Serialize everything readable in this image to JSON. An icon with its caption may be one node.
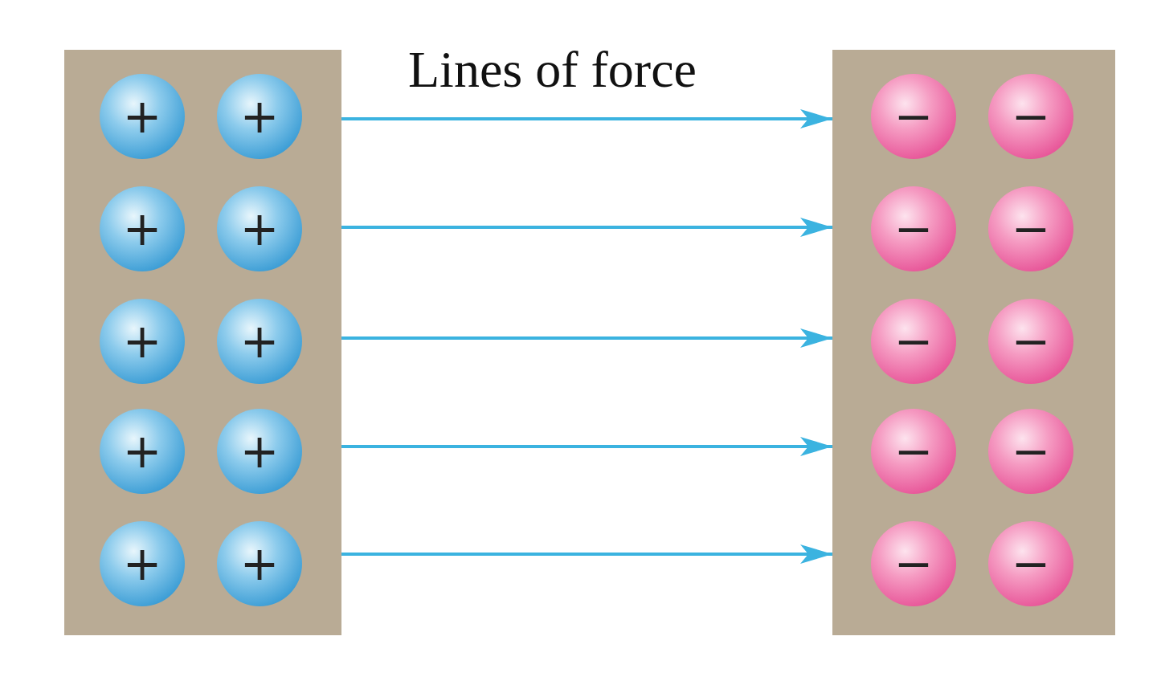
{
  "diagram": {
    "nodes": [
      {
        "text": [],
        "shape": "box"
      },
      {
        "text": [
          "+"
        ],
        "in": 0
      },
      {
        "text": [
          "+"
        ],
        "in": 0
      },
      {
        "text": [
          "+"
        ],
        "in": 0
      },
      {
        "text": [
          "+"
        ],
        "in": 0
      },
      {
        "text": [
          "+"
        ],
        "in": 0
      },
      {
        "text": [
          "+"
        ],
        "in": 0
      },
      {
        "text": [
          "+"
        ],
        "in": 0
      },
      {
        "text": [
          "+"
        ],
        "in": 0
      },
      {
        "text": [
          "+"
        ],
        "in": 0
      },
      {
        "text": [
          "+"
        ],
        "in": 0
      },
      {
        "text": [],
        "shape": "box"
      },
      {
        "text": [
          "−"
        ],
        "in": 11
      },
      {
        "text": [
          "−"
        ],
        "in": 11
      },
      {
        "text": [
          "−"
        ],
        "in": 11
      },
      {
        "text": [
          "−"
        ],
        "in": 11
      },
      {
        "text": [
          "−"
        ],
        "in": 11
      },
      {
        "text": [
          "−"
        ],
        "in": 11
      },
      {
        "text": [
          "−"
        ],
        "in": 11
      },
      {
        "text": [
          "−"
        ],
        "in": 11
      },
      {
        "text": [
          "−"
        ],
        "in": 11
      },
      {
        "text": [
          "−"
        ],
        "in": 11
      }
    ],
    "edges": [
      {
        "from": 0,
        "to": 11,
        "arrow": "to"
      },
      {
        "from": 0,
        "to": 11,
        "arrow": "to"
      },
      {
        "from": 0,
        "to": 11,
        "arrow": "to"
      },
      {
        "from": 0,
        "to": 11,
        "arrow": "to"
      },
      {
        "from": 0,
        "to": 11,
        "arrow": "to"
      }
    ],
    "labels": [
      "Lines of force"
    ]
  }
}
